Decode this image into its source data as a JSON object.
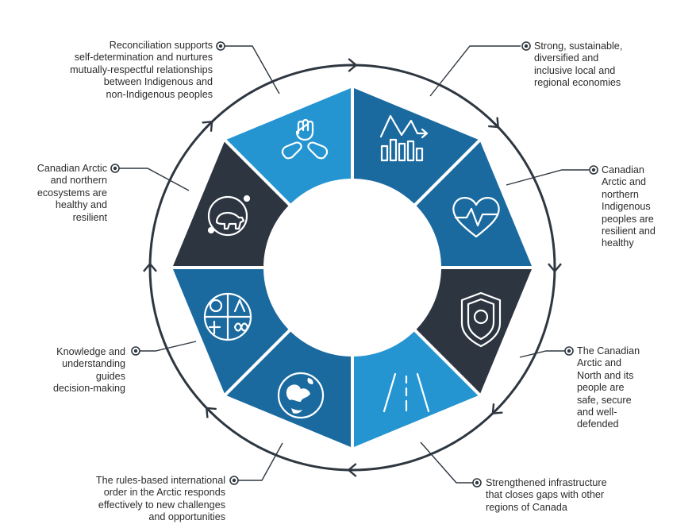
{
  "colors": {
    "dark": "#2c3540",
    "mid": "#1a6aa0",
    "bright": "#2595d2",
    "ring": "#2e3740",
    "connector": "#2e3740"
  },
  "segments": [
    {
      "id": "economies",
      "color": "mid",
      "icon": "bar-chart-trend-icon",
      "lines": [
        "Strong, sustainable,",
        "diversified and",
        "inclusive local and",
        "regional economies"
      ]
    },
    {
      "id": "health",
      "color": "mid",
      "icon": "heart-pulse-icon",
      "lines": [
        "Canadian",
        "Arctic and",
        "northern",
        "Indigenous",
        "peoples are",
        "resilient and",
        "healthy"
      ]
    },
    {
      "id": "security",
      "color": "dark",
      "icon": "shield-icon",
      "lines": [
        "The Canadian",
        "Arctic and",
        "North and its",
        "people are",
        "safe, secure",
        "and well-",
        "defended"
      ]
    },
    {
      "id": "infrastructure",
      "color": "bright",
      "icon": "road-icon",
      "lines": [
        "Strengthened infrastructure",
        "that closes gaps with other",
        "regions of Canada"
      ]
    },
    {
      "id": "international",
      "color": "mid",
      "icon": "globe-icon",
      "lines": [
        "The rules-based international",
        "order in the Arctic responds",
        "effectively to new challenges",
        "and opportunities"
      ]
    },
    {
      "id": "knowledge",
      "color": "mid",
      "icon": "knowledge-compass-icon",
      "lines": [
        "Knowledge and",
        "understanding",
        "guides",
        "decision-making"
      ]
    },
    {
      "id": "ecosystems",
      "color": "dark",
      "icon": "polar-bear-icon",
      "lines": [
        "Canadian Arctic",
        "and northern",
        "ecosystems are",
        "healthy and",
        "resilient"
      ]
    },
    {
      "id": "reconciliation",
      "color": "bright",
      "icon": "hands-icon",
      "lines": [
        "Reconciliation supports",
        "self-determination and nurtures",
        "mutually-respectful relationships",
        "between Indigenous and",
        "non-Indigenous peoples"
      ]
    }
  ]
}
